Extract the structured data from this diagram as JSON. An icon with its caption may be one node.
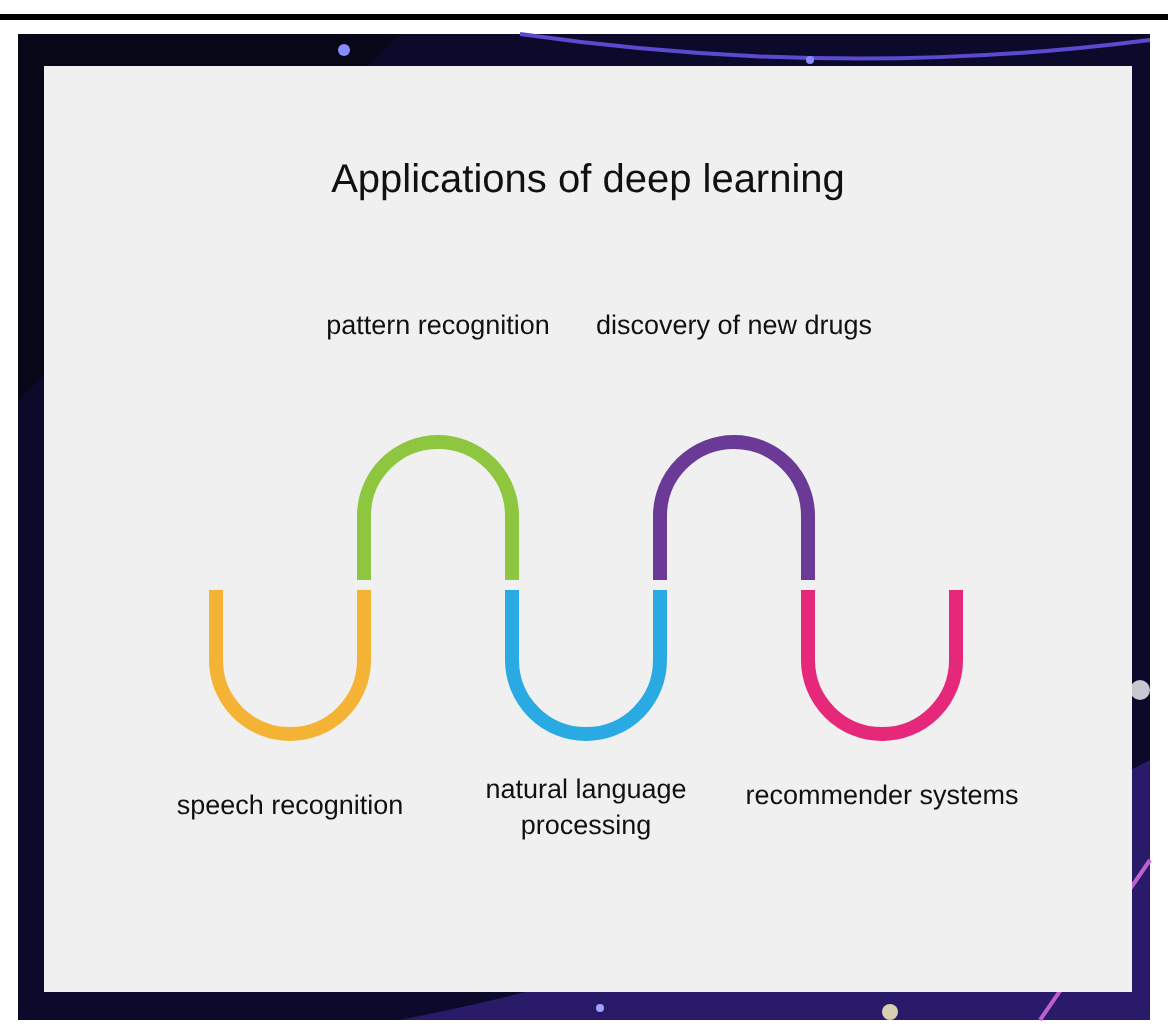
{
  "diagram": {
    "title": "Applications of deep learning",
    "nodes": [
      {
        "text": [
          "speech recognition"
        ]
      },
      {
        "text": [
          "pattern recognition"
        ]
      },
      {
        "text": [
          "natural language processing"
        ]
      },
      {
        "text": [
          "discovery of new drugs"
        ]
      },
      {
        "text": [
          "recommender systems"
        ]
      }
    ]
  }
}
